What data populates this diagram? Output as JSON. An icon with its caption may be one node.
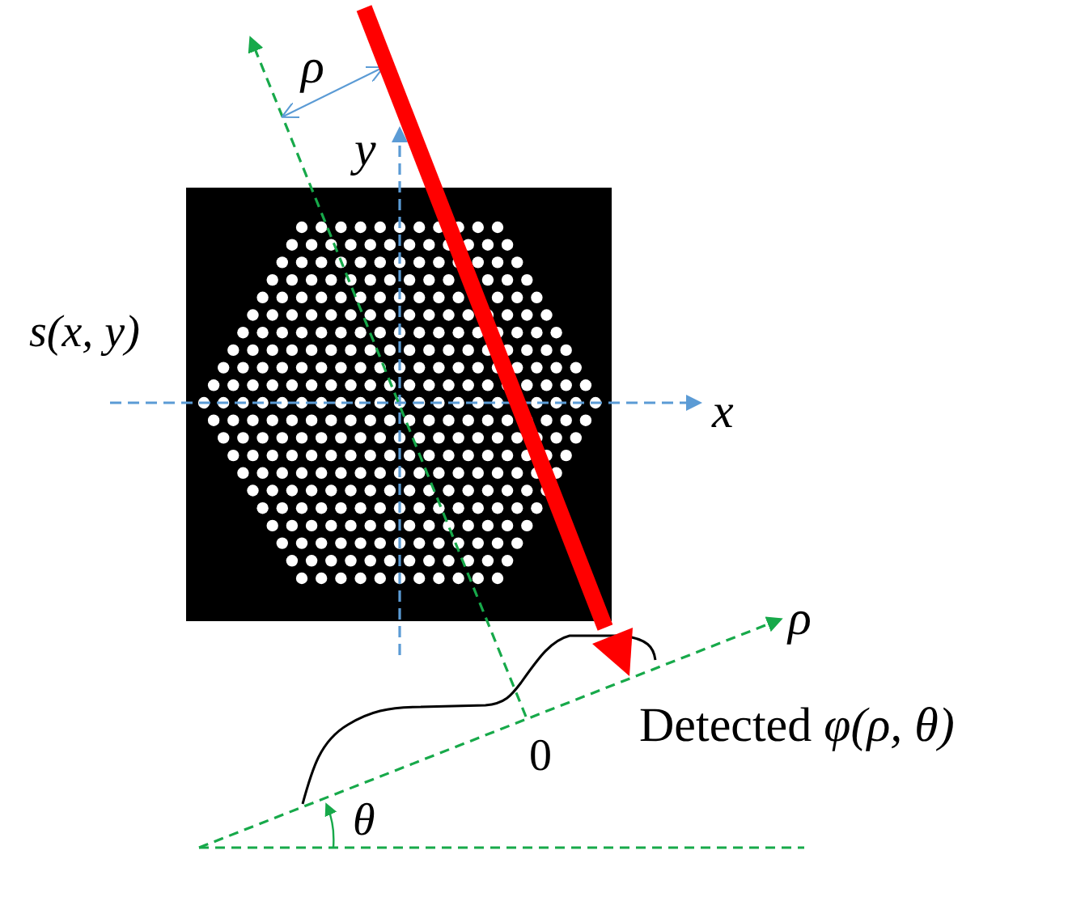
{
  "diagram": {
    "labels": [
      "ρ",
      "y",
      "s(x, y)",
      "x",
      "ρ",
      "0",
      "Detected *φ(ρ, θ)*",
      "θ"
    ]
  }
}
